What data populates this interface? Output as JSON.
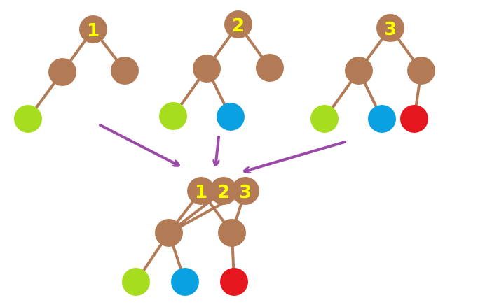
{
  "labels": {
    "tree1": "1",
    "tree2": "2",
    "tree3": "3",
    "merged1": "1",
    "merged2": "2",
    "merged3": "3"
  },
  "colors": {
    "node": "#b37a56",
    "edge": "#b37a56",
    "green": "#a6dd1f",
    "blue": "#0aa1e2",
    "red": "#e5161e",
    "label": "#ffff00",
    "arrow": "#9b4aa9"
  }
}
